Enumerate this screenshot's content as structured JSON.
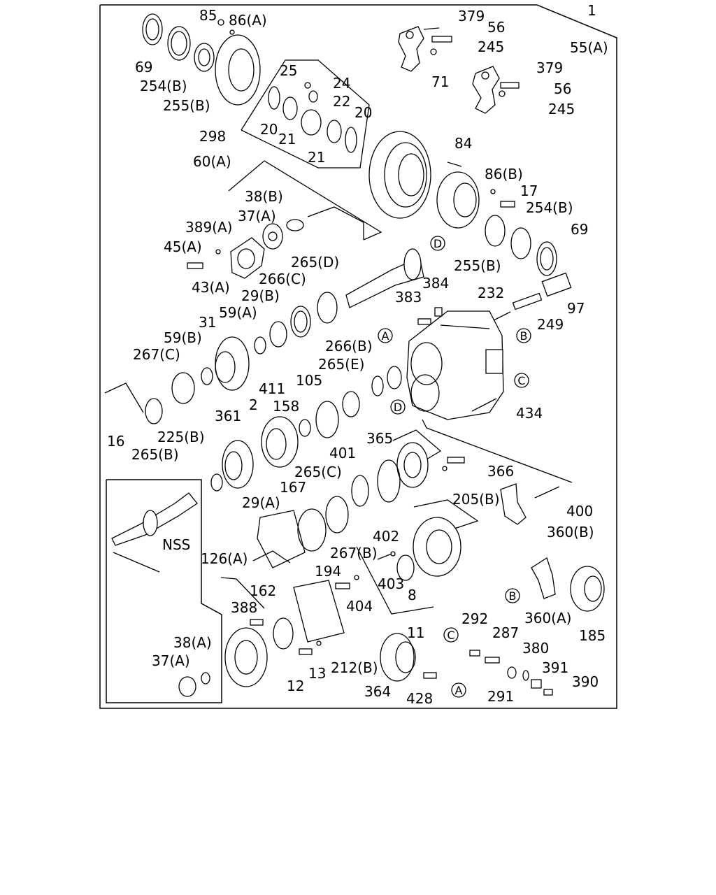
{
  "diagram": {
    "callouts": [
      {
        "id": "c1",
        "text": "1"
      },
      {
        "id": "c379a",
        "text": "379"
      },
      {
        "id": "c56a",
        "text": "56"
      },
      {
        "id": "c245a",
        "text": "245"
      },
      {
        "id": "c55a",
        "text": "55(A)"
      },
      {
        "id": "c379b",
        "text": "379"
      },
      {
        "id": "c56b",
        "text": "56"
      },
      {
        "id": "c245b",
        "text": "245"
      },
      {
        "id": "c85",
        "text": "85"
      },
      {
        "id": "c86a",
        "text": "86(A)"
      },
      {
        "id": "c69a",
        "text": "69"
      },
      {
        "id": "c254ba",
        "text": "254(B)"
      },
      {
        "id": "c255ba",
        "text": "255(B)"
      },
      {
        "id": "c25",
        "text": "25"
      },
      {
        "id": "c24",
        "text": "24"
      },
      {
        "id": "c22",
        "text": "22"
      },
      {
        "id": "c20a",
        "text": "20"
      },
      {
        "id": "c20b",
        "text": "20"
      },
      {
        "id": "c21a",
        "text": "21"
      },
      {
        "id": "c21b",
        "text": "21"
      },
      {
        "id": "c71",
        "text": "71"
      },
      {
        "id": "c298",
        "text": "298"
      },
      {
        "id": "c60a",
        "text": "60(A)"
      },
      {
        "id": "c84",
        "text": "84"
      },
      {
        "id": "c86b",
        "text": "86(B)"
      },
      {
        "id": "c17",
        "text": "17"
      },
      {
        "id": "c254bb",
        "text": "254(B)"
      },
      {
        "id": "c69b",
        "text": "69"
      },
      {
        "id": "c255bb",
        "text": "255(B)"
      },
      {
        "id": "c38b",
        "text": "38(B)"
      },
      {
        "id": "c37a",
        "text": "37(A)"
      },
      {
        "id": "c389a",
        "text": "389(A)"
      },
      {
        "id": "c45a",
        "text": "45(A)"
      },
      {
        "id": "c43a",
        "text": "43(A)"
      },
      {
        "id": "c265d",
        "text": "265(D)"
      },
      {
        "id": "c266c",
        "text": "266(C)"
      },
      {
        "id": "c29b",
        "text": "29(B)"
      },
      {
        "id": "c59a",
        "text": "59(A)"
      },
      {
        "id": "c31",
        "text": "31"
      },
      {
        "id": "c59b",
        "text": "59(B)"
      },
      {
        "id": "c267c",
        "text": "267(C)"
      },
      {
        "id": "c265b",
        "text": "265(B)"
      },
      {
        "id": "c383",
        "text": "383"
      },
      {
        "id": "c384",
        "text": "384"
      },
      {
        "id": "c232",
        "text": "232"
      },
      {
        "id": "c97",
        "text": "97"
      },
      {
        "id": "c249",
        "text": "249"
      },
      {
        "id": "c266b",
        "text": "266(B)"
      },
      {
        "id": "c265e",
        "text": "265(E)"
      },
      {
        "id": "c105",
        "text": "105"
      },
      {
        "id": "c411",
        "text": "411"
      },
      {
        "id": "c2",
        "text": "2"
      },
      {
        "id": "c158",
        "text": "158"
      },
      {
        "id": "c361",
        "text": "361"
      },
      {
        "id": "c434",
        "text": "434"
      },
      {
        "id": "c16",
        "text": "16"
      },
      {
        "id": "c225b",
        "text": "225(B)"
      },
      {
        "id": "c365",
        "text": "365"
      },
      {
        "id": "c401",
        "text": "401"
      },
      {
        "id": "c366",
        "text": "366"
      },
      {
        "id": "c265c",
        "text": "265(C)"
      },
      {
        "id": "c205b",
        "text": "205(B)"
      },
      {
        "id": "c167",
        "text": "167"
      },
      {
        "id": "c400",
        "text": "400"
      },
      {
        "id": "c29a",
        "text": "29(A)"
      },
      {
        "id": "c360b",
        "text": "360(B)"
      },
      {
        "id": "cnss",
        "text": "NSS"
      },
      {
        "id": "c402",
        "text": "402"
      },
      {
        "id": "c267b",
        "text": "267(B)"
      },
      {
        "id": "c126a",
        "text": "126(A)"
      },
      {
        "id": "c194",
        "text": "194"
      },
      {
        "id": "c403",
        "text": "403"
      },
      {
        "id": "c162",
        "text": "162"
      },
      {
        "id": "c8",
        "text": "8"
      },
      {
        "id": "c404",
        "text": "404"
      },
      {
        "id": "c388",
        "text": "388"
      },
      {
        "id": "c11",
        "text": "11"
      },
      {
        "id": "c360a",
        "text": "360(A)"
      },
      {
        "id": "c185",
        "text": "185"
      },
      {
        "id": "c292",
        "text": "292"
      },
      {
        "id": "c287",
        "text": "287"
      },
      {
        "id": "c380",
        "text": "380"
      },
      {
        "id": "c38a",
        "text": "38(A)"
      },
      {
        "id": "c37a2",
        "text": "37(A)"
      },
      {
        "id": "c12",
        "text": "12"
      },
      {
        "id": "c13",
        "text": "13"
      },
      {
        "id": "c212b",
        "text": "212(B)"
      },
      {
        "id": "c364",
        "text": "364"
      },
      {
        "id": "c391",
        "text": "391"
      },
      {
        "id": "c390",
        "text": "390"
      },
      {
        "id": "c291",
        "text": "291"
      },
      {
        "id": "c428",
        "text": "428"
      }
    ],
    "ref_markers": [
      {
        "id": "mD1",
        "text": "D"
      },
      {
        "id": "mA1",
        "text": "A"
      },
      {
        "id": "mB1",
        "text": "B"
      },
      {
        "id": "mC1",
        "text": "C"
      },
      {
        "id": "mD2",
        "text": "D"
      },
      {
        "id": "mB2",
        "text": "B"
      },
      {
        "id": "mC2",
        "text": "C"
      },
      {
        "id": "mA2",
        "text": "A"
      }
    ]
  }
}
